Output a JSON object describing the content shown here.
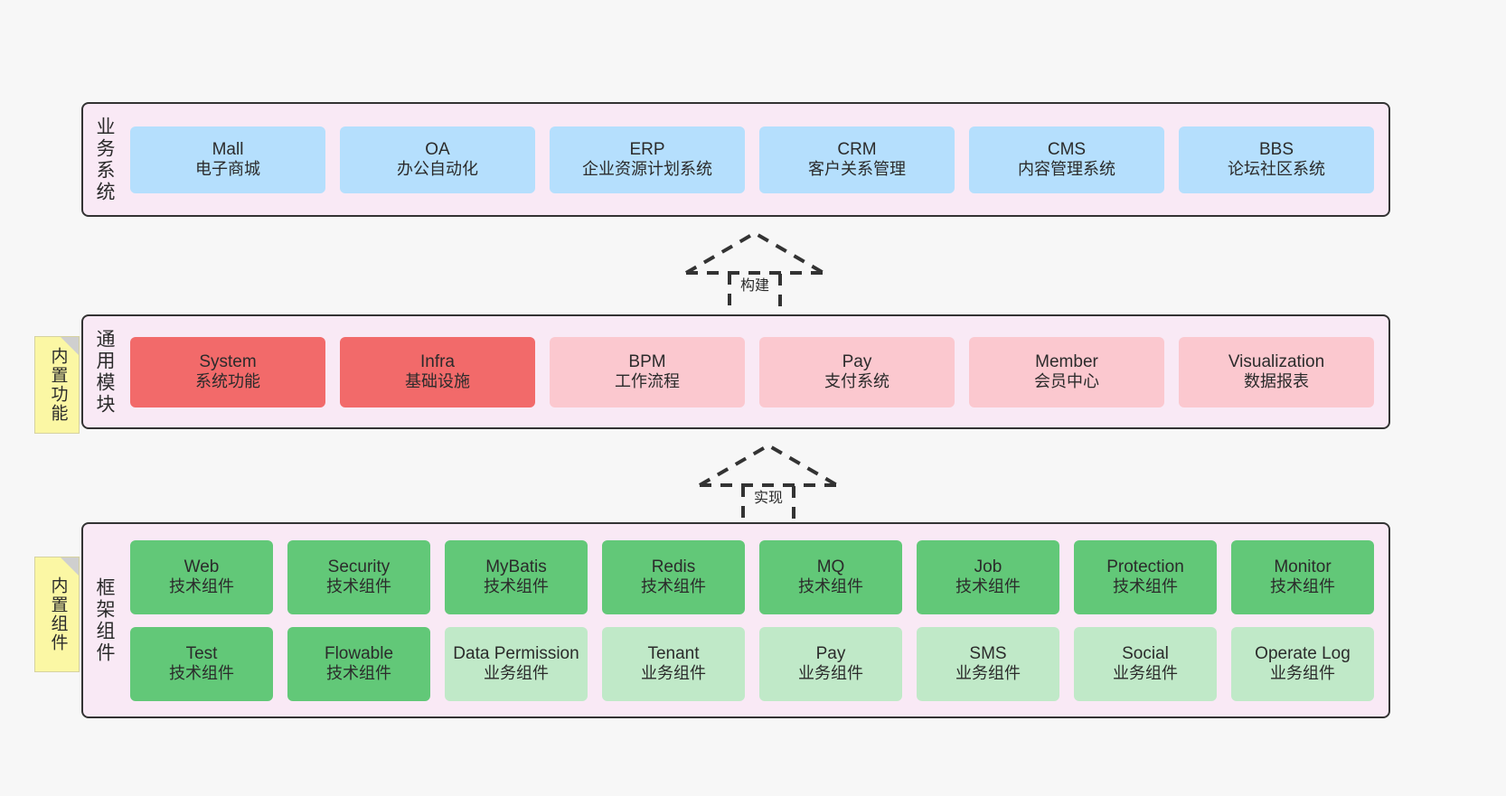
{
  "diagram": {
    "background_color": "#f7f7f7",
    "layer_border_color": "#333333",
    "layer_fill_color": "#f9e9f5"
  },
  "layers": [
    {
      "id": "business",
      "title": "业务系统",
      "fill": "#b5dffd",
      "rows": [
        [
          {
            "name": "Mall",
            "desc": "电子商城"
          },
          {
            "name": "OA",
            "desc": "办公自动化"
          },
          {
            "name": "ERP",
            "desc": "企业资源计划系统"
          },
          {
            "name": "CRM",
            "desc": "客户关系管理"
          },
          {
            "name": "CMS",
            "desc": "内容管理系统"
          },
          {
            "name": "BBS",
            "desc": "论坛社区系统"
          }
        ]
      ]
    },
    {
      "id": "common",
      "title": "通用模块",
      "sticky": "内置功能",
      "fills": {
        "strong": "#f26a6a",
        "soft": "#fbc8cf"
      },
      "rows": [
        [
          {
            "name": "System",
            "desc": "系统功能",
            "emphasis": "strong"
          },
          {
            "name": "Infra",
            "desc": "基础设施",
            "emphasis": "strong"
          },
          {
            "name": "BPM",
            "desc": "工作流程",
            "emphasis": "soft"
          },
          {
            "name": "Pay",
            "desc": "支付系统",
            "emphasis": "soft"
          },
          {
            "name": "Member",
            "desc": "会员中心",
            "emphasis": "soft"
          },
          {
            "name": "Visualization",
            "desc": "数据报表",
            "emphasis": "soft"
          }
        ]
      ]
    },
    {
      "id": "framework",
      "title": "框架组件",
      "sticky": "内置组件",
      "fills": {
        "tech": "#62c878",
        "biz": "#c0e9c8"
      },
      "rows": [
        [
          {
            "name": "Web",
            "desc": "技术组件",
            "emphasis": "tech"
          },
          {
            "name": "Security",
            "desc": "技术组件",
            "emphasis": "tech"
          },
          {
            "name": "MyBatis",
            "desc": "技术组件",
            "emphasis": "tech"
          },
          {
            "name": "Redis",
            "desc": "技术组件",
            "emphasis": "tech"
          },
          {
            "name": "MQ",
            "desc": "技术组件",
            "emphasis": "tech"
          },
          {
            "name": "Job",
            "desc": "技术组件",
            "emphasis": "tech"
          },
          {
            "name": "Protection",
            "desc": "技术组件",
            "emphasis": "tech"
          },
          {
            "name": "Monitor",
            "desc": "技术组件",
            "emphasis": "tech"
          }
        ],
        [
          {
            "name": "Test",
            "desc": "技术组件",
            "emphasis": "tech"
          },
          {
            "name": "Flowable",
            "desc": "技术组件",
            "emphasis": "tech"
          },
          {
            "name": "Data Permission",
            "desc": "业务组件",
            "emphasis": "biz"
          },
          {
            "name": "Tenant",
            "desc": "业务组件",
            "emphasis": "biz"
          },
          {
            "name": "Pay",
            "desc": "业务组件",
            "emphasis": "biz"
          },
          {
            "name": "SMS",
            "desc": "业务组件",
            "emphasis": "biz"
          },
          {
            "name": "Social",
            "desc": "业务组件",
            "emphasis": "biz"
          },
          {
            "name": "Operate Log",
            "desc": "业务组件",
            "emphasis": "biz"
          }
        ]
      ]
    }
  ],
  "connectors": [
    {
      "id": "build",
      "label": "构建",
      "style": "dashed-generalization",
      "direction": "up"
    },
    {
      "id": "impl",
      "label": "实现",
      "style": "dashed-generalization",
      "direction": "up"
    }
  ]
}
